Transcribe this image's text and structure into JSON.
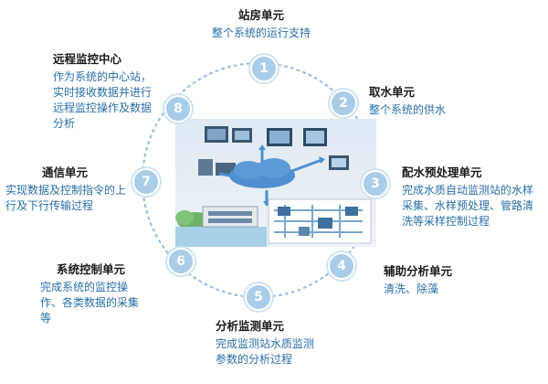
{
  "units": [
    {
      "num": "1",
      "title": "站房单元",
      "desc": "整个系统的运行支持"
    },
    {
      "num": "2",
      "title": "取水单元",
      "desc": "整个系统的供水"
    },
    {
      "num": "3",
      "title": "配水预处理单元",
      "desc": "完成水质自动监测站的水样采集、水样预处理、管路清洗等采样控制过程"
    },
    {
      "num": "4",
      "title": "辅助分析单元",
      "desc": "清洗、除藻"
    },
    {
      "num": "5",
      "title": "分析监测单元",
      "desc": "完成监测站水质监测参数的分析过程"
    },
    {
      "num": "6",
      "title": "系统控制单元",
      "desc": "完成系统的监控操作、各类数据的采集等"
    },
    {
      "num": "7",
      "title": "通信单元",
      "desc": "实现数据及控制指令的上行及下行传输过程"
    },
    {
      "num": "8",
      "title": "远程监控中心",
      "desc": "作为系统的中心站，实时接收数据并进行远程监控操作及数据分析"
    }
  ],
  "colors": {
    "node": "#a9cde9",
    "desc": "#2a6fa8",
    "title": "#1a1a1a"
  }
}
